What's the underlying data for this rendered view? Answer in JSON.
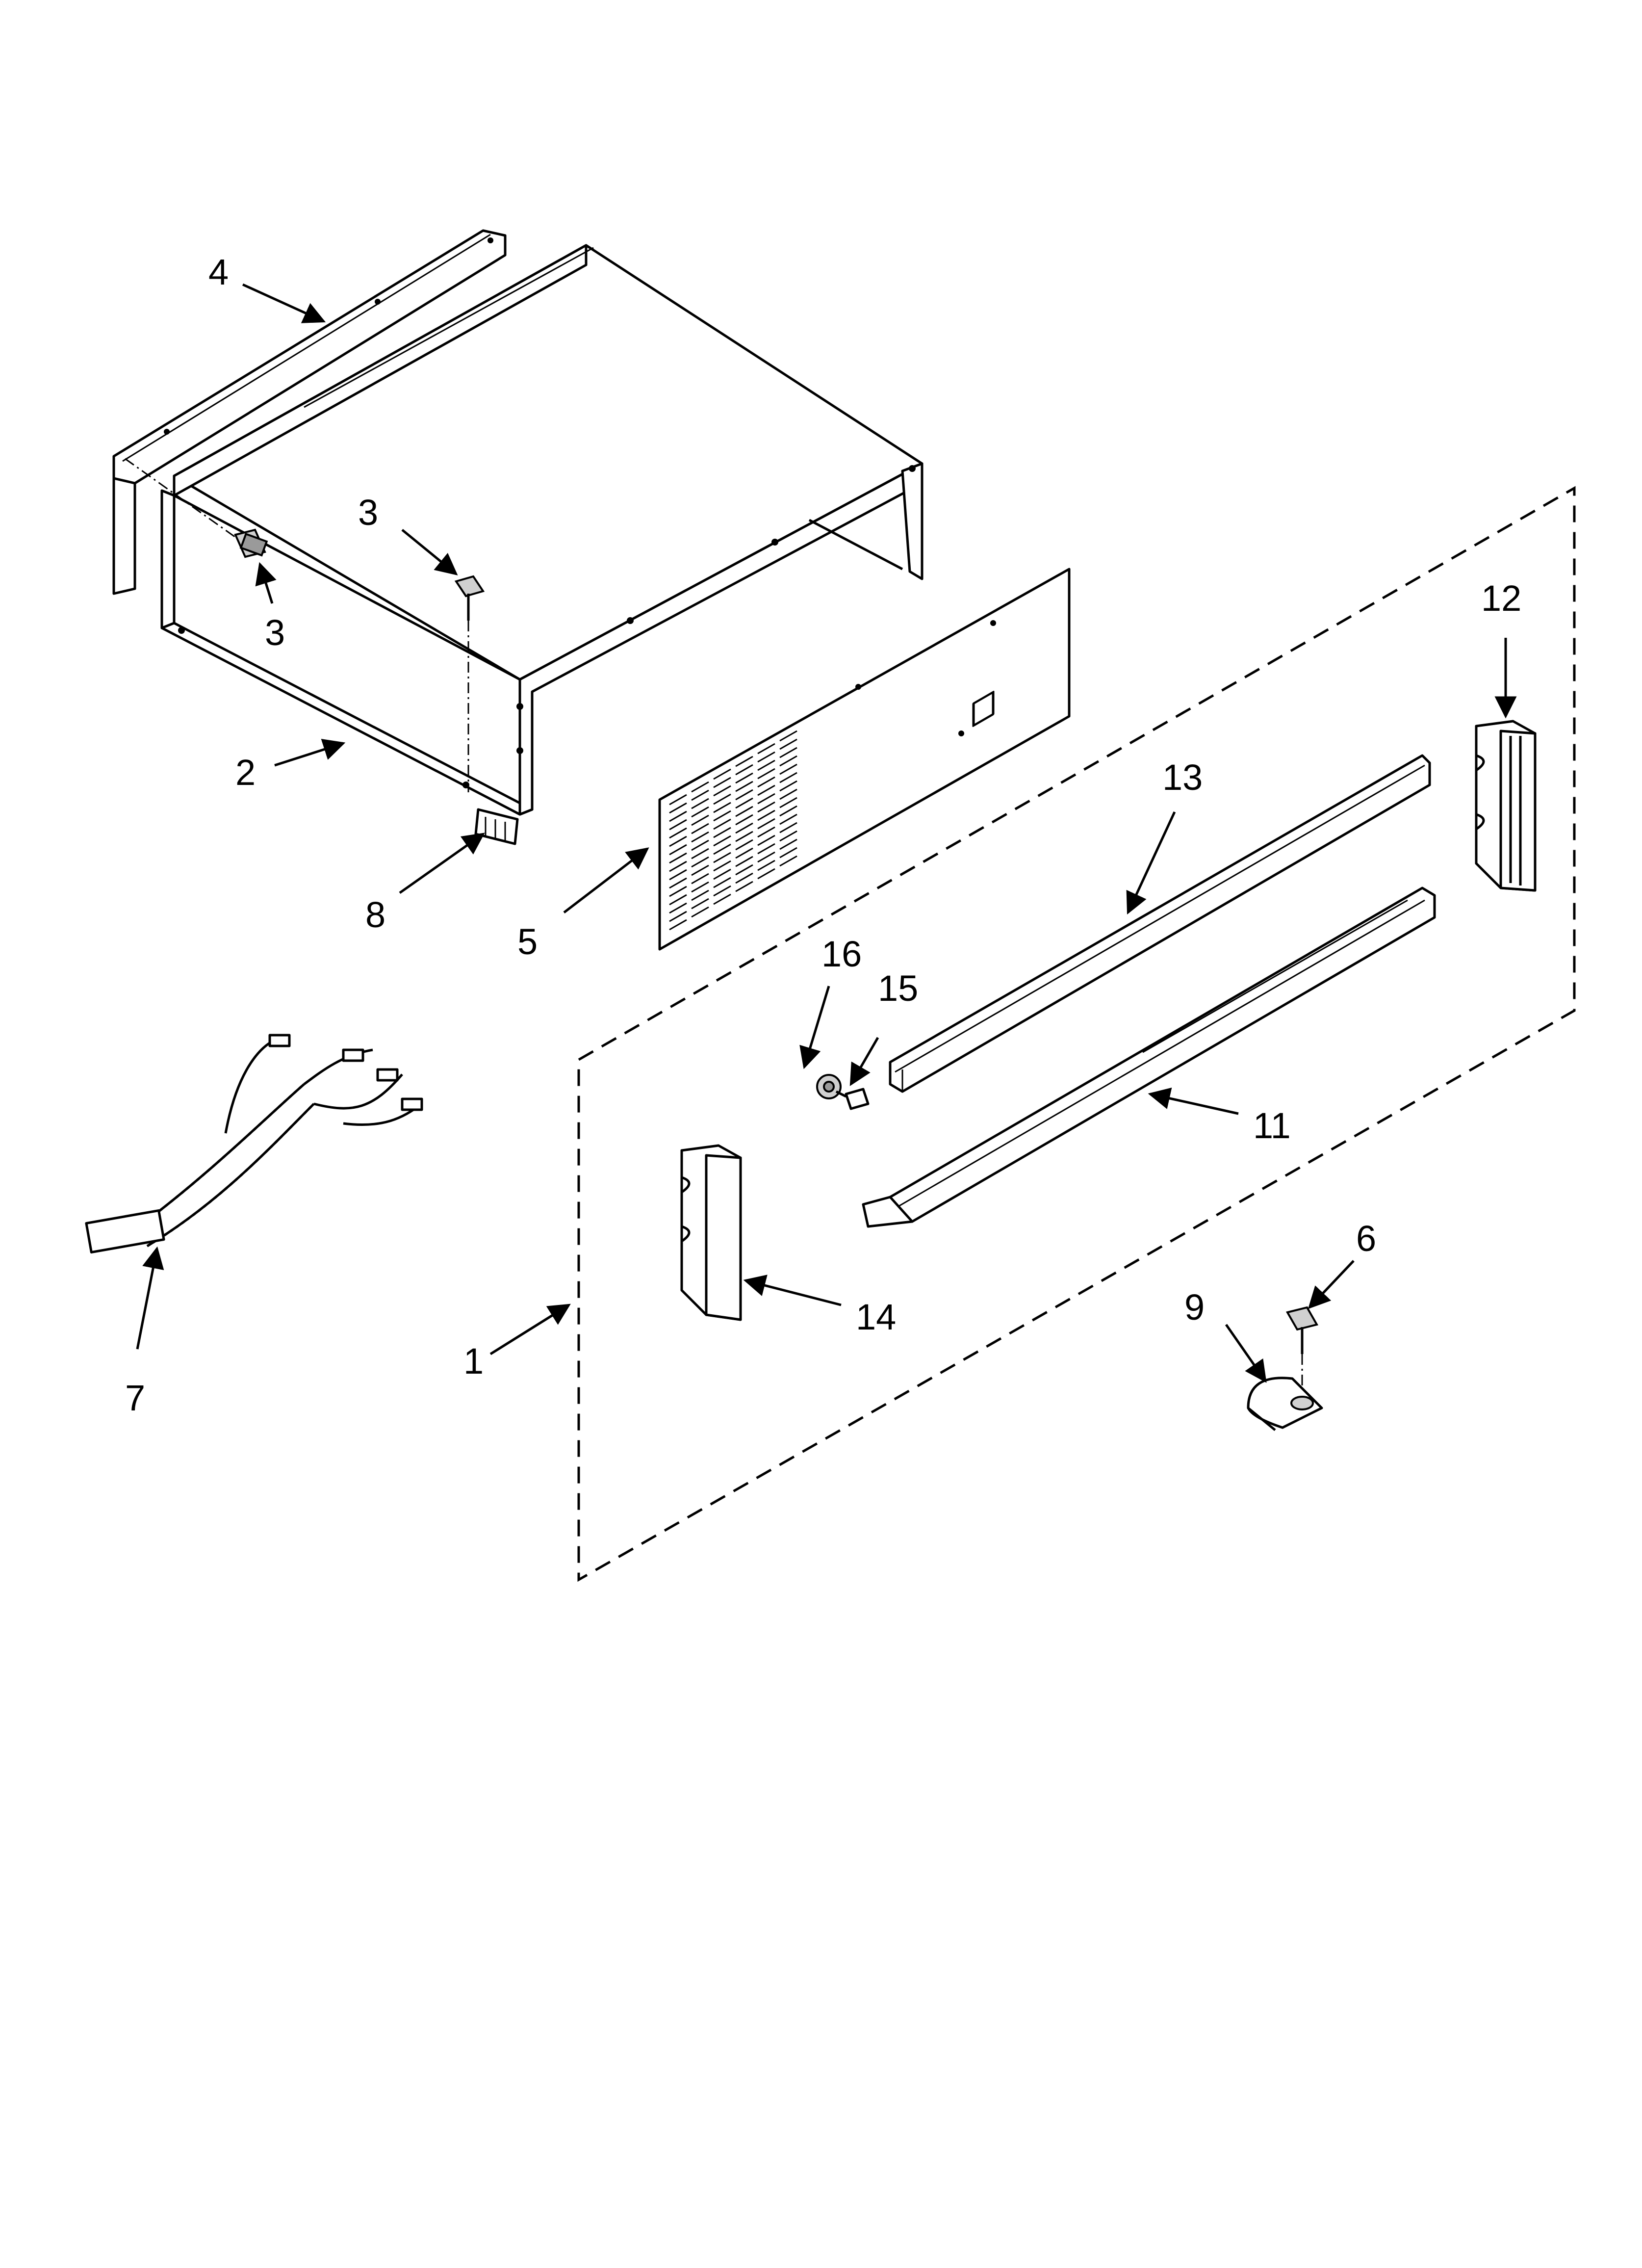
{
  "callouts": {
    "c1": "1",
    "c2": "2",
    "c3a": "3",
    "c3b": "3",
    "c4": "4",
    "c5": "5",
    "c6": "6",
    "c7": "7",
    "c8": "8",
    "c9": "9",
    "c11": "11",
    "c12": "12",
    "c13": "13",
    "c14": "14",
    "c15": "15",
    "c16": "16"
  },
  "colors": {
    "line": "#000000",
    "background": "#ffffff",
    "shade": "#9a9a9a"
  }
}
